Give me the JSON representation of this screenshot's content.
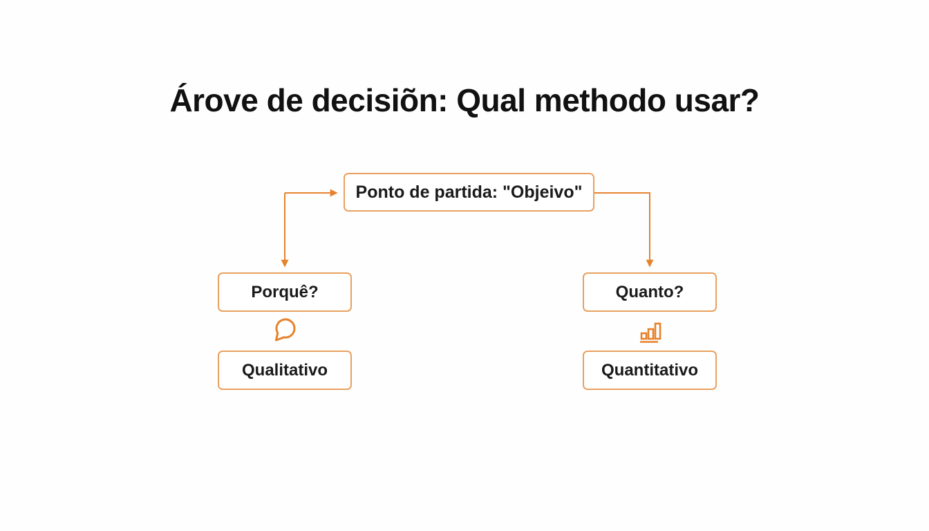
{
  "title": "Árove de decisiõn: Qual methodo usar?",
  "diagram": {
    "root": {
      "label": "Ponto de partida: \"Objeivo\""
    },
    "left_branch": {
      "question": "Porquê?",
      "icon": "speech-bubble-icon",
      "result": "Qualitativo"
    },
    "right_branch": {
      "question": "Quanto?",
      "icon": "bar-chart-icon",
      "result": "Quantitativo"
    }
  },
  "colors": {
    "box_border": "#E8A05F",
    "arrow": "#E6822D",
    "icon": "#E6822D",
    "text": "#1A1A1A",
    "background": "#FEFEFE"
  }
}
